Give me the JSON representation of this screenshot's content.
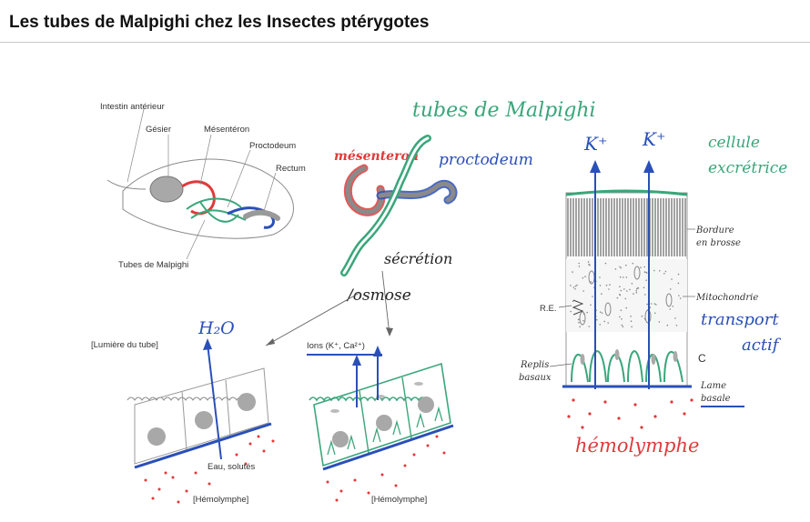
{
  "title": "Les tubes de Malpighi chez les Insectes ptérygotes",
  "colors": {
    "red": "#e03a3a",
    "green": "#3aa67a",
    "blue": "#2a4fb8",
    "gray": "#9a9a9a",
    "dark": "#333333"
  },
  "anatomy": {
    "intestin_anterieur": "Intestin antérieur",
    "gesier": "Gésier",
    "mesenteron": "Mésentéron",
    "proctodeum": "Proctodeum",
    "rectum": "Rectum",
    "tubes": "Tubes de Malpighi"
  },
  "sketch": {
    "title": "tubes de Malpighi",
    "mesenteron": "mésenteron",
    "proctodeum": "proctodeum",
    "secretion": "sécrétion",
    "osmose": "/osmose"
  },
  "left_cells": {
    "lumiere": "[Lumière du tube]",
    "h2o": "H₂O",
    "eau": "Eau, solutés",
    "hemolymphe": "[Hémolymphe]"
  },
  "mid_cells": {
    "ions": "Ions (K⁺, Ca²⁺)",
    "hemolymphe": "[Hémolymphe]"
  },
  "right_cell": {
    "k1": "K⁺",
    "k2": "K⁺",
    "cellule": "cellule",
    "excretrice": "excrétrice",
    "bordure1": "Bordure",
    "bordure2": "en brosse",
    "mitochondrie": "Mitochondrie",
    "transport": "transport",
    "actif": "actif",
    "re": "R.E.",
    "replis1": "Replis",
    "replis2": "basaux",
    "c": "C",
    "lame": "Lame",
    "basale": "basale",
    "hemolymphe": "hémolymphe"
  }
}
